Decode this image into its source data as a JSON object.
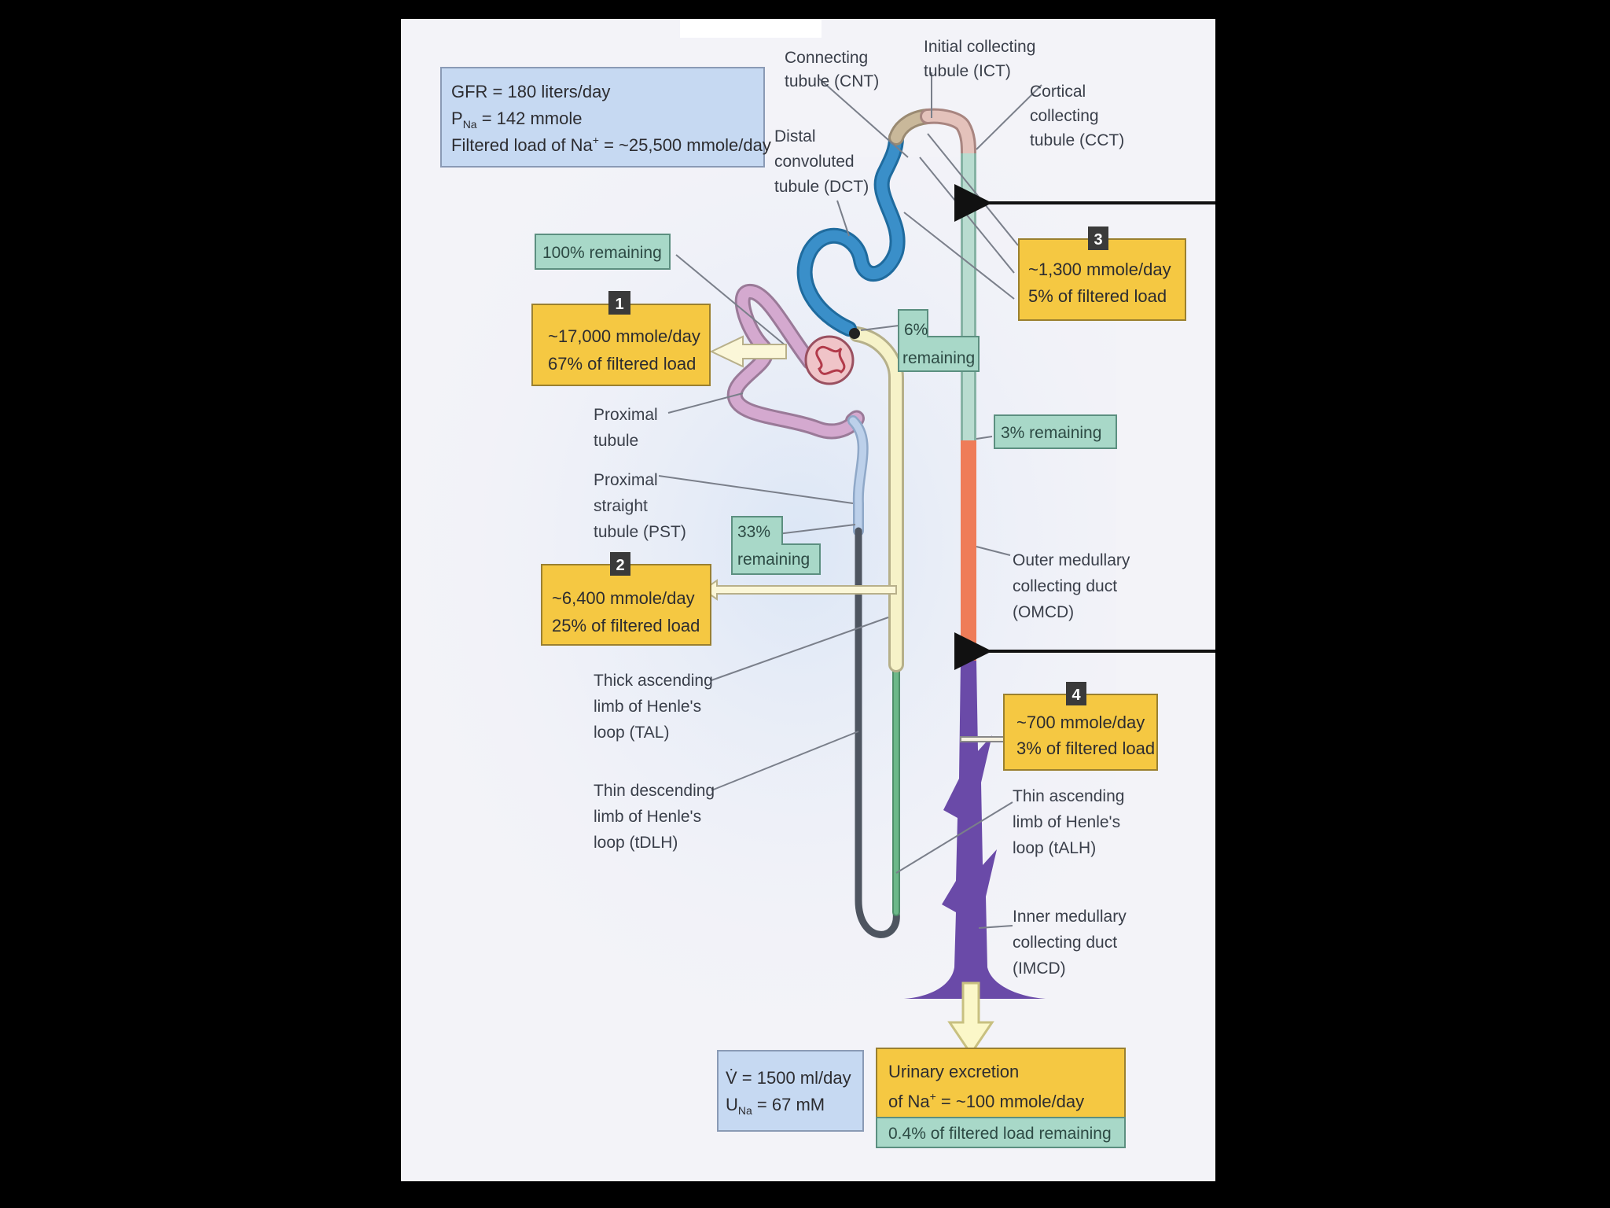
{
  "info_box": {
    "gfr": "GFR = 180 liters/day",
    "pna_main": "P",
    "pna_sub": "Na",
    "pna_rest": " = 142 mmole",
    "load_main": "Filtered load of Na",
    "load_sup": "+",
    "load_rest": " = ~25,500 mmole/day"
  },
  "segments": {
    "cnt": [
      "Connecting",
      "tubule (CNT)"
    ],
    "ict": [
      "Initial collecting",
      "tubule (ICT)"
    ],
    "cct": [
      "Cortical",
      "collecting",
      "tubule (CCT)"
    ],
    "dct": [
      "Distal",
      "convoluted",
      "tubule (DCT)"
    ],
    "pt": [
      "Proximal",
      "tubule"
    ],
    "pst": [
      "Proximal",
      "straight",
      "tubule (PST)"
    ],
    "tal": [
      "Thick ascending",
      "limb of Henle's",
      "loop (TAL)"
    ],
    "tdlh": [
      "Thin descending",
      "limb of Henle's",
      "loop (tDLH)"
    ],
    "omcd": [
      "Outer medullary",
      "collecting duct",
      "(OMCD)"
    ],
    "talh": [
      "Thin ascending",
      "limb of Henle's",
      "loop (tALH)"
    ],
    "imcd": [
      "Inner medullary",
      "collecting duct",
      "(IMCD)"
    ]
  },
  "remaining_tags": {
    "r100": "100% remaining",
    "r6": [
      "6%",
      "remaining"
    ],
    "r3": "3% remaining",
    "r33": [
      "33%",
      "remaining"
    ]
  },
  "reabsorption": [
    {
      "num": "1",
      "line1": "~17,000 mmole/day",
      "line2": "67% of filtered load"
    },
    {
      "num": "2",
      "line1": "~6,400 mmole/day",
      "line2": "25% of filtered load"
    },
    {
      "num": "3",
      "line1": "~1,300 mmole/day",
      "line2": "5% of filtered load"
    },
    {
      "num": "4",
      "line1": "~700 mmole/day",
      "line2": "3% of filtered load"
    }
  ],
  "urine_box": {
    "v": "V̇ = 1500 ml/day",
    "una_main": "U",
    "una_sub": "Na",
    "una_rest": " = 67 mM"
  },
  "excretion_box": {
    "line1": "Urinary excretion",
    "line2_main": "of  Na",
    "line2_sup": "+",
    "line2_rest": " = ~100 mmole/day",
    "remaining": "0.4% of filtered load remaining"
  },
  "colors": {
    "yellow_box": "#f5c842",
    "teal_tag": "#a8d8c8",
    "blue_box": "#c6d9f2",
    "dct": "#3a8fc9",
    "proximal": "#d4a9cf",
    "tal": "#f6f2c8",
    "tdlh": "#4e5560",
    "talh_thin": "#6cb889",
    "cct": "#b9dcd0",
    "omcd": "#ef7c58",
    "imcd": "#6a4aa8"
  }
}
